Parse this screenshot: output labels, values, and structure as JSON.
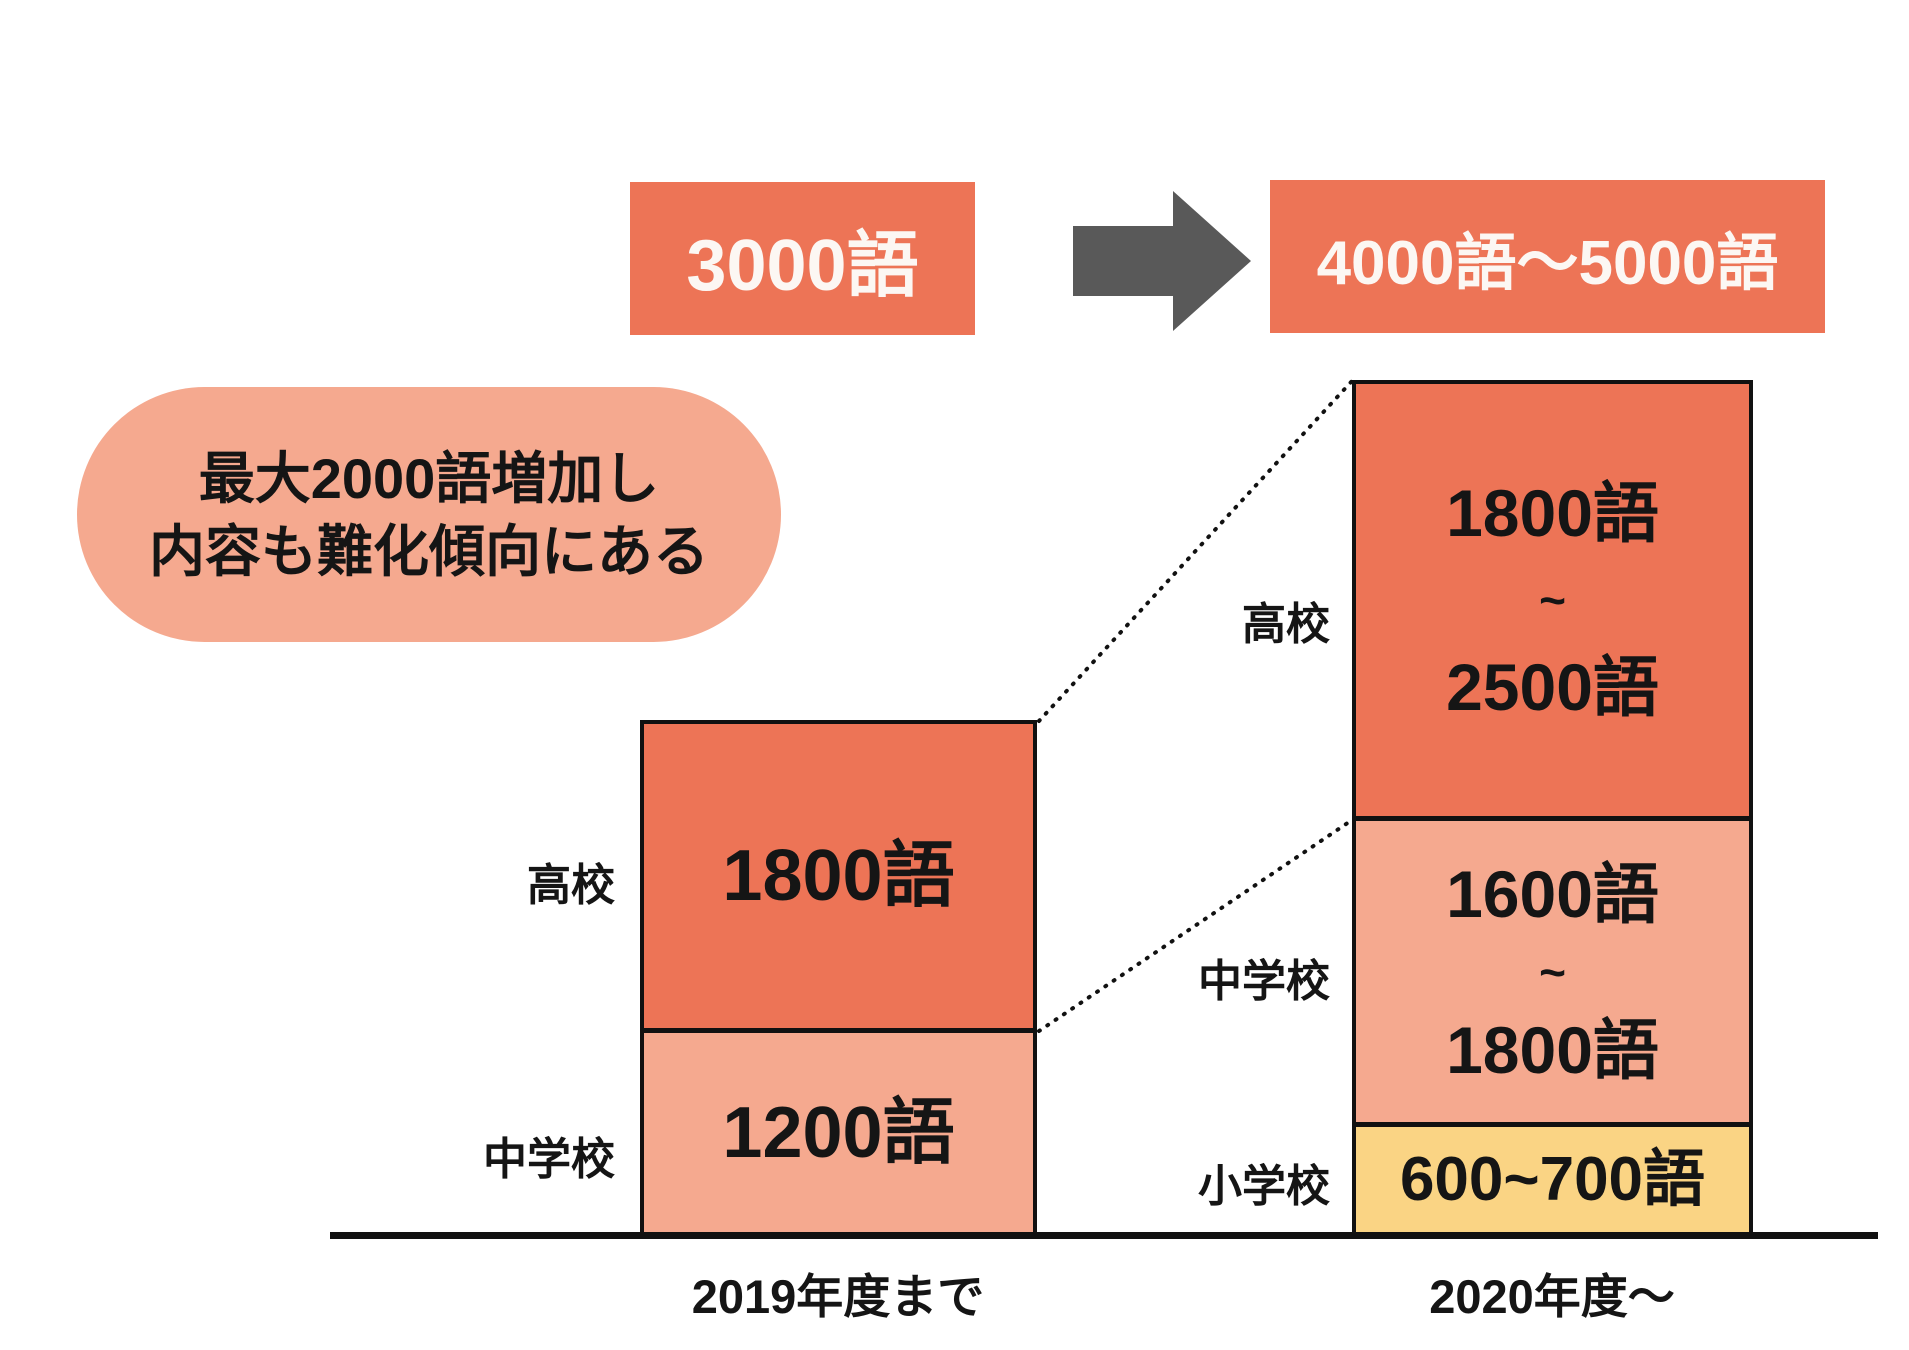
{
  "colors": {
    "accent_orange": "#ED7456",
    "salmon_pink": "#F5A98F",
    "elementary_yellow": "#FAD484",
    "arrow_gray": "#595959",
    "line_black": "#111111",
    "box_text_white": "#FCF7F3"
  },
  "flow": {
    "before": "3000語",
    "after": "4000語〜5000語"
  },
  "note": {
    "line1": "最大2000語増加し",
    "line2": "内容も難化傾向にある"
  },
  "left_column": {
    "axis_label": "2019年度まで",
    "segments": [
      {
        "school": "高校",
        "value": "1800語"
      },
      {
        "school": "中学校",
        "value": "1200語"
      }
    ]
  },
  "right_column": {
    "axis_label": "2020年度〜",
    "segments": [
      {
        "school": "高校",
        "lines": [
          "1800語",
          "~",
          "2500語"
        ]
      },
      {
        "school": "中学校",
        "lines": [
          "1600語",
          "~",
          "1800語"
        ]
      },
      {
        "school": "小学校",
        "lines": [
          "600~700語"
        ]
      }
    ]
  },
  "chart_data": {
    "type": "bar",
    "stacked": true,
    "title": "",
    "xlabel": "",
    "ylabel": "",
    "categories": [
      "2019年度まで",
      "2020年度〜"
    ],
    "series": [
      {
        "name": "高校",
        "color": "#ED7456",
        "values_min": [
          1800,
          1800
        ],
        "values_max": [
          1800,
          2500
        ],
        "labels": [
          "1800語",
          "1800語~2500語"
        ]
      },
      {
        "name": "中学校",
        "color": "#F5A98F",
        "values_min": [
          1200,
          1600
        ],
        "values_max": [
          1200,
          1800
        ],
        "labels": [
          "1200語",
          "1600語~1800語"
        ]
      },
      {
        "name": "小学校",
        "color": "#FAD484",
        "values_min": [
          0,
          600
        ],
        "values_max": [
          0,
          700
        ],
        "labels": [
          null,
          "600~700語"
        ]
      }
    ],
    "totals": [
      "3000語",
      "4000語〜5000語"
    ],
    "annotation": "最大2000語増加し 内容も難化傾向にある",
    "ylim": [
      0,
      5000
    ],
    "grid": false,
    "legend": false
  }
}
